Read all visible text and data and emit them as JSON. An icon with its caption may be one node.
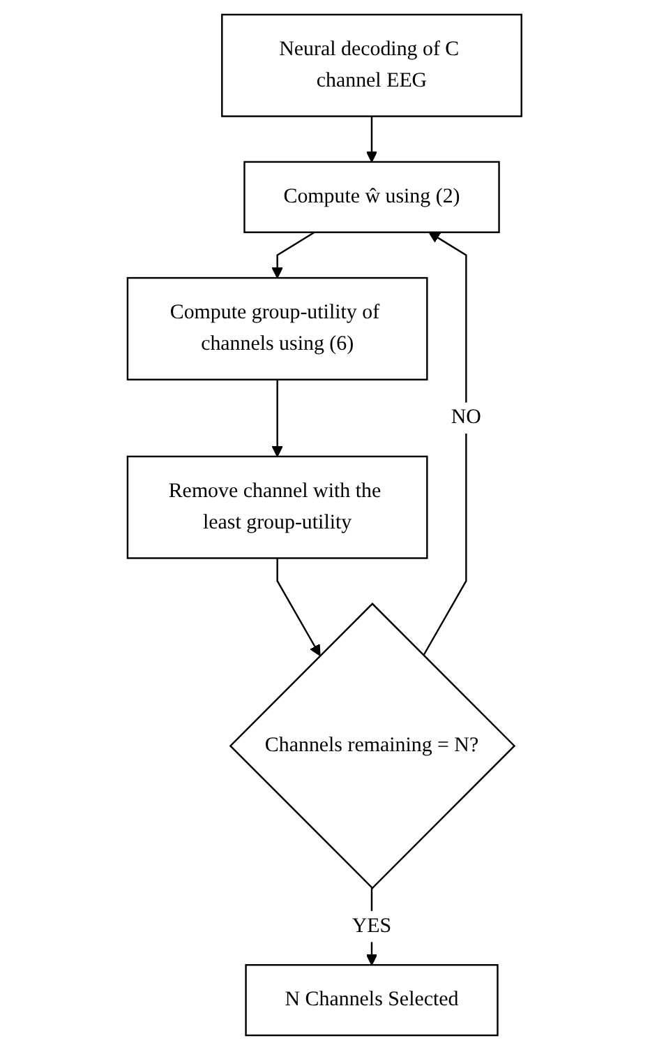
{
  "diagram": {
    "nodes": [
      {
        "text": [
          "Neural decoding of C channel EEG"
        ]
      },
      {
        "text": [
          "Compute ŵ using (2)"
        ]
      },
      {
        "text": [
          "Compute group-utility of channels using (6)"
        ]
      },
      {
        "text": [
          "Remove channel with the least group-utility"
        ]
      },
      {
        "text": [
          "Channels remaining = N?"
        ]
      },
      {
        "text": [
          "N Channels Selected"
        ]
      }
    ],
    "edges": [
      {
        "from": 0,
        "to": 1,
        "arrow": "to"
      },
      {
        "from": 1,
        "to": 2,
        "arrow": "to"
      },
      {
        "from": 2,
        "to": 3,
        "arrow": "to"
      },
      {
        "from": 3,
        "to": 4,
        "arrow": "to"
      },
      {
        "from": 4,
        "to": 1,
        "arrow": "to",
        "label": "NO"
      },
      {
        "from": 4,
        "to": 5,
        "arrow": "to",
        "label": "YES"
      }
    ]
  }
}
